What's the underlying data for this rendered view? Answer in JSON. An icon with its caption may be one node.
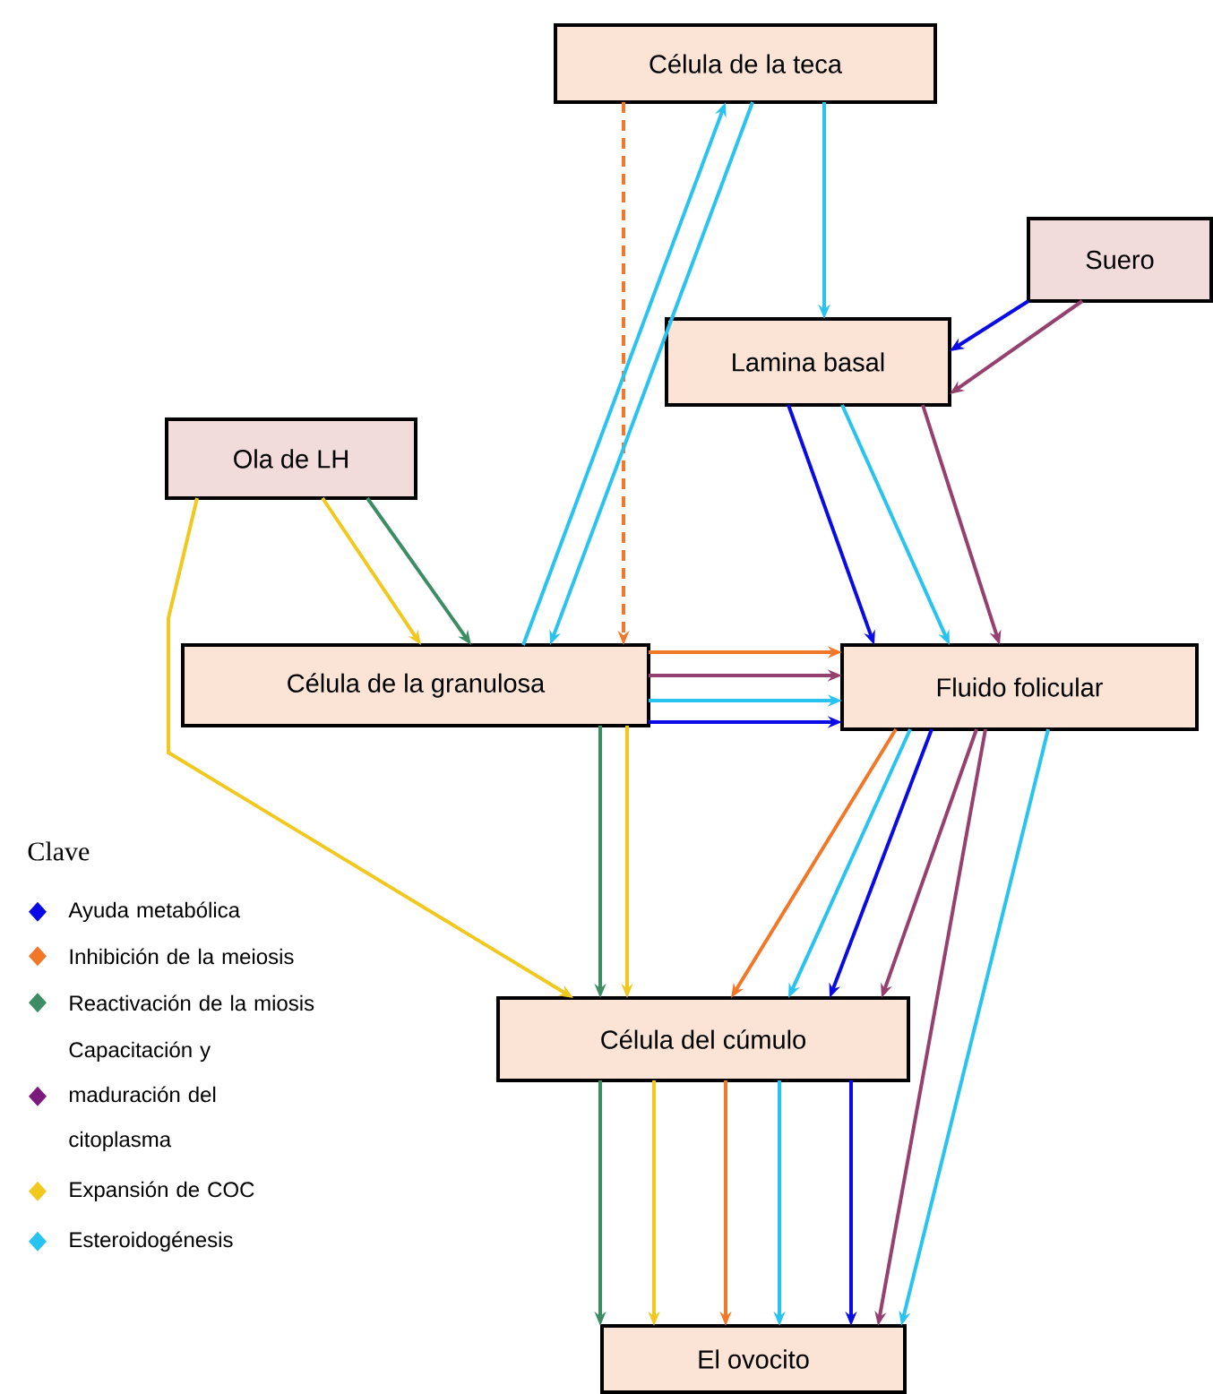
{
  "diagram": {
    "nodes": [
      {
        "text": [
          "Célula de la teca"
        ]
      },
      {
        "text": [
          "Suero"
        ]
      },
      {
        "text": [
          "Lamina basal"
        ]
      },
      {
        "text": [
          "Ola de LH"
        ]
      },
      {
        "text": [
          "Célula de la granulosa"
        ]
      },
      {
        "text": [
          "Fluido folicular"
        ]
      },
      {
        "text": [
          "Célula del cúmulo"
        ]
      },
      {
        "text": [
          "El ovocito"
        ]
      }
    ],
    "edges": [
      {
        "from": 0,
        "to": 4,
        "arrow": "to",
        "style": "dashed",
        "color": "#f07828"
      },
      {
        "from": 4,
        "to": 0,
        "arrow": "to",
        "color": "#28c3f0"
      },
      {
        "from": 0,
        "to": 4,
        "arrow": "to",
        "color": "#28c3f0"
      },
      {
        "from": 0,
        "to": 2,
        "arrow": "to",
        "color": "#28c3f0"
      },
      {
        "from": 1,
        "to": 2,
        "arrow": "to",
        "color": "#0a0ae6"
      },
      {
        "from": 1,
        "to": 2,
        "arrow": "to",
        "color": "#964070"
      },
      {
        "from": 2,
        "to": 5,
        "arrow": "to",
        "color": "#0a0ae6"
      },
      {
        "from": 2,
        "to": 5,
        "arrow": "to",
        "color": "#28c3f0"
      },
      {
        "from": 2,
        "to": 5,
        "arrow": "to",
        "color": "#964070"
      },
      {
        "from": 3,
        "to": 6,
        "arrow": "to",
        "color": "#f0c81e"
      },
      {
        "from": 3,
        "to": 4,
        "arrow": "to",
        "color": "#f0c81e"
      },
      {
        "from": 3,
        "to": 4,
        "arrow": "to",
        "color": "#3c8c64"
      },
      {
        "from": 4,
        "to": 5,
        "arrow": "to",
        "color": "#f07828"
      },
      {
        "from": 4,
        "to": 5,
        "arrow": "to",
        "color": "#964070"
      },
      {
        "from": 4,
        "to": 5,
        "arrow": "to",
        "color": "#28c3f0"
      },
      {
        "from": 4,
        "to": 5,
        "arrow": "to",
        "color": "#0a0ae6"
      },
      {
        "from": 4,
        "to": 6,
        "arrow": "to",
        "color": "#3c8c64"
      },
      {
        "from": 4,
        "to": 6,
        "arrow": "to",
        "color": "#f0c81e"
      },
      {
        "from": 5,
        "to": 6,
        "arrow": "to",
        "color": "#f07828"
      },
      {
        "from": 5,
        "to": 6,
        "arrow": "to",
        "color": "#28c3f0"
      },
      {
        "from": 5,
        "to": 6,
        "arrow": "to",
        "color": "#0a0ae6"
      },
      {
        "from": 5,
        "to": 6,
        "arrow": "to",
        "color": "#964070"
      },
      {
        "from": 5,
        "to": 7,
        "arrow": "to",
        "color": "#964070"
      },
      {
        "from": 5,
        "to": 7,
        "arrow": "to",
        "color": "#28c3f0"
      },
      {
        "from": 6,
        "to": 7,
        "arrow": "to",
        "color": "#3c8c64"
      },
      {
        "from": 6,
        "to": 7,
        "arrow": "to",
        "color": "#f0c81e"
      },
      {
        "from": 6,
        "to": 7,
        "arrow": "to",
        "color": "#f07828"
      },
      {
        "from": 6,
        "to": 7,
        "arrow": "to",
        "color": "#28c3f0"
      },
      {
        "from": 6,
        "to": 7,
        "arrow": "to",
        "color": "#0a0ae6"
      }
    ],
    "labels": [
      "Clave"
    ],
    "legend": [
      {
        "text": "Ayuda metabólica",
        "color": "#0a0ae6"
      },
      {
        "text": "Inhibición de la meiosis",
        "color": "#f07828"
      },
      {
        "text": "Reactivación de la miosis",
        "color": "#3c8c64"
      },
      {
        "text": "Capacitación y maduración del citoplasma",
        "color": "#7a1a7a"
      },
      {
        "text": "Expansión de COC",
        "color": "#f0c81e"
      },
      {
        "text": "Esteroidogénesis",
        "color": "#28c3f0"
      }
    ]
  }
}
